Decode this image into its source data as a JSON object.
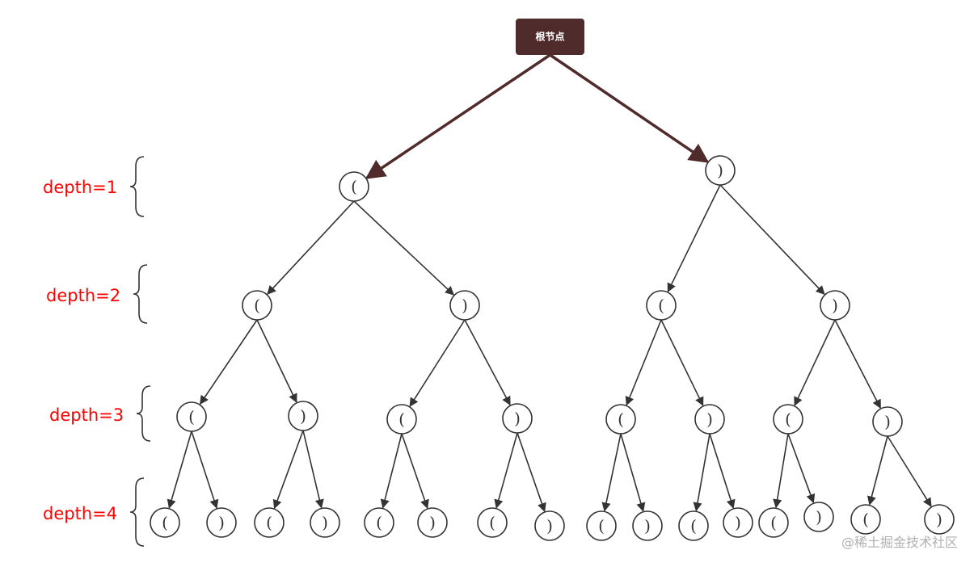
{
  "root": {
    "label": "根节点",
    "color": "#4f2b2b"
  },
  "edge_color": "#333333",
  "node_stroke": "#333333",
  "brace_color": "#333333",
  "depth_labels": [
    {
      "text": "depth=1"
    },
    {
      "text": "depth=2"
    },
    {
      "text": "depth=3"
    },
    {
      "text": "depth=4"
    }
  ],
  "levels": [
    [
      "(",
      ")"
    ],
    [
      "(",
      ")",
      "(",
      ")"
    ],
    [
      "(",
      ")",
      "(",
      ")",
      "(",
      ")",
      "(",
      ")"
    ],
    [
      "(",
      ")",
      "(",
      ")",
      "(",
      ")",
      "(",
      ")",
      "(",
      ")",
      "(",
      ")",
      "(",
      ")",
      "(",
      ")"
    ]
  ],
  "watermark": "@稀土掘金技术社区"
}
